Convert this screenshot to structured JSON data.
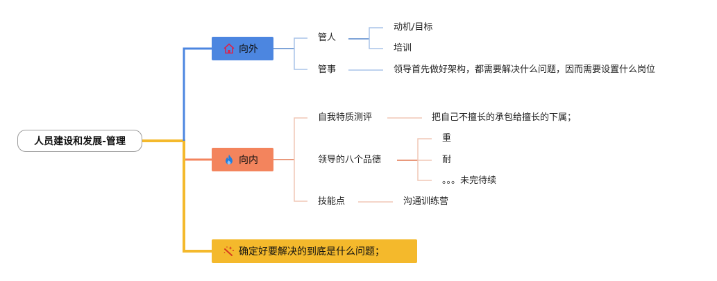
{
  "root": {
    "label": "人员建设和发展-管理"
  },
  "colors": {
    "outward": "#4c86e0",
    "inward": "#f3845d",
    "goal": "#f4b92c",
    "outward_sub_line": "#a9c3e8",
    "inward_sub_line": "#f0c7b6"
  },
  "branches": {
    "outward": {
      "label": "向外",
      "icon": "house-icon",
      "children": [
        {
          "label": "管人",
          "children": [
            {
              "label": "动机/目标"
            },
            {
              "label": "培训"
            }
          ]
        },
        {
          "label": "管事",
          "children": [
            {
              "label": "领导首先做好架构，都需要解决什么问题，因而需要设置什么岗位"
            }
          ]
        }
      ]
    },
    "inward": {
      "label": "向内",
      "icon": "fire-icon",
      "children": [
        {
          "label": "自我特质测评",
          "children": [
            {
              "label": "把自己不擅长的承包给擅长的下属；"
            }
          ]
        },
        {
          "label": "领导的八个品德",
          "children": [
            {
              "label": "重"
            },
            {
              "label": "耐"
            },
            {
              "label": "。。。未完待续"
            }
          ]
        },
        {
          "label": "技能点",
          "children": [
            {
              "label": "沟通训练营"
            }
          ]
        }
      ]
    },
    "goal": {
      "label": "确定好要解决的到底是什么问题；",
      "icon": "magic-wand-icon"
    }
  }
}
